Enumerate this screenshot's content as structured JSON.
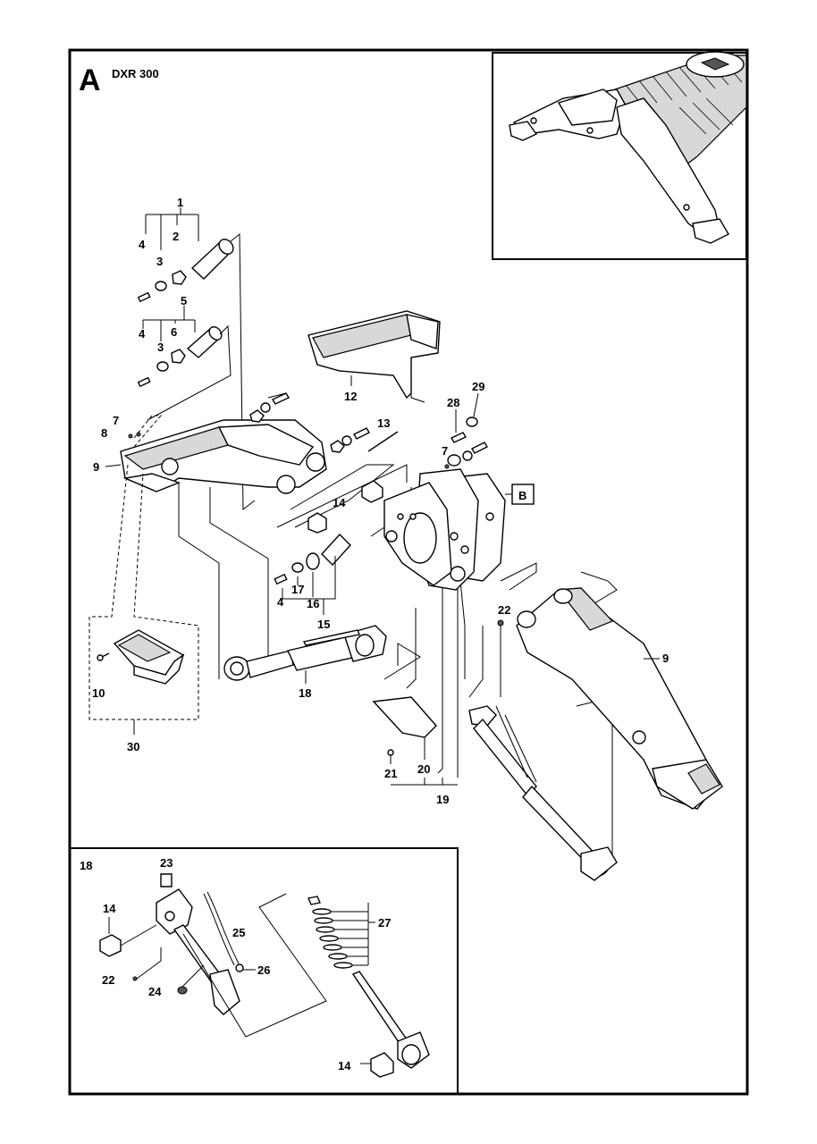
{
  "section_letter": "A",
  "model": "DXR 300",
  "callout_box_label": "B",
  "inset_title": "18",
  "labels": {
    "l1": "1",
    "l2": "2",
    "l3a": "3",
    "l4a": "4",
    "l5": "5",
    "l6": "6",
    "l3b": "3",
    "l4b": "4",
    "l7a": "7",
    "l8": "8",
    "l9a": "9",
    "l10": "10",
    "l12": "12",
    "l13": "13",
    "l14a": "14",
    "l15": "15",
    "l16": "16",
    "l17": "17",
    "l4c": "4",
    "l18": "18",
    "l19": "19",
    "l20": "20",
    "l21": "21",
    "l22a": "22",
    "l28": "28",
    "l29": "29",
    "l7b": "7",
    "l9b": "9",
    "l30": "30",
    "l23": "23",
    "l14b": "14",
    "l25": "25",
    "l26": "26",
    "l22b": "22",
    "l24": "24",
    "l27": "27",
    "l14c": "14"
  }
}
